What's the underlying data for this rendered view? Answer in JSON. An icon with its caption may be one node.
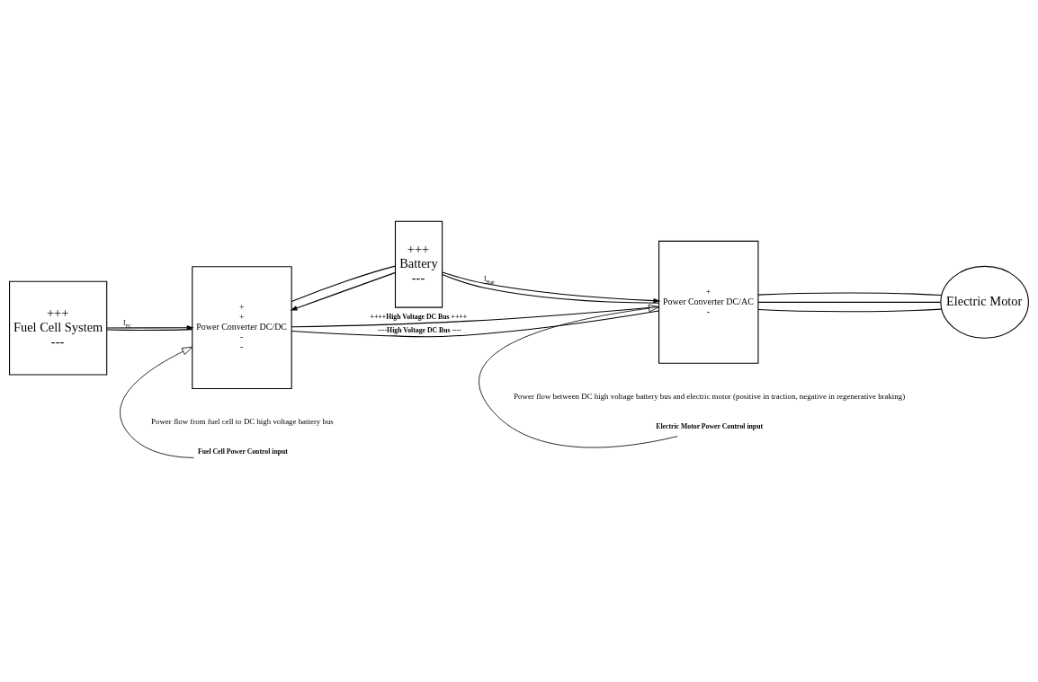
{
  "diagram": {
    "nodes": [
      {
        "text": [
          "+++",
          "Fuel Cell System",
          "---"
        ]
      },
      {
        "text": [
          "+",
          "+",
          "Power Converter DC/DC",
          "-",
          "-"
        ]
      },
      {
        "text": [
          "+++",
          "Battery",
          "---"
        ]
      },
      {
        "text": [
          "+",
          "Power Converter DC/AC",
          "-"
        ]
      },
      {
        "text": [
          "Electric Motor"
        ]
      },
      {
        "text": [
          "Fuel Cell Power Control input"
        ]
      },
      {
        "text": [
          "Electric Motor Power Control input"
        ]
      }
    ],
    "edges": [
      {
        "from": 0,
        "to": 1,
        "arrow": "to",
        "label": "I$_{FC}$"
      },
      {
        "from": 0,
        "to": 1,
        "arrow": "none"
      },
      {
        "from": 1,
        "to": 3,
        "arrow": "none",
        "label": "++++High Voltage DC Bus ++++"
      },
      {
        "from": 1,
        "to": 3,
        "arrow": "none",
        "label": "----High Voltage DC Bus ----"
      },
      {
        "from": 2,
        "to": 1,
        "arrow": "to"
      },
      {
        "from": 2,
        "to": 3,
        "arrow": "to",
        "label": "I$_{Batt}$"
      },
      {
        "from": 2,
        "to": 1,
        "arrow": "none"
      },
      {
        "from": 2,
        "to": 3,
        "arrow": "none"
      },
      {
        "from": 3,
        "to": 4,
        "arrow": "none"
      },
      {
        "from": 3,
        "to": 4,
        "arrow": "none"
      },
      {
        "from": 3,
        "to": 4,
        "arrow": "none"
      },
      {
        "from": 5,
        "to": 1,
        "arrow": "to"
      },
      {
        "from": 6,
        "to": 3,
        "arrow": "to"
      }
    ],
    "labels": [
      "Power flow from fuel cell to DC high voltage battery bus",
      "Power flow between DC high voltage battery bus and electric motor (positive in traction, negative in regenerative braking)"
    ]
  }
}
